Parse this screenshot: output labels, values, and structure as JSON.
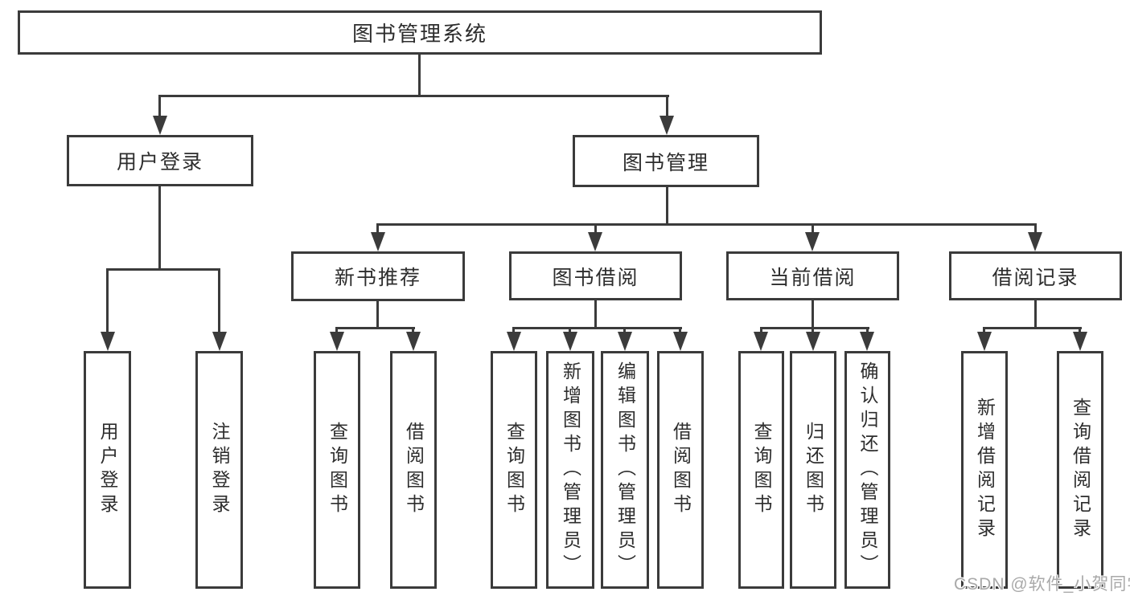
{
  "diagram": {
    "type": "hierarchy-tree",
    "colors": {
      "line": "#3b3b3b",
      "text": "#2d2d2d",
      "background": "#ffffff",
      "watermark": "#a9a9a9"
    },
    "watermark": "CSDN @软件_小贺同学"
  },
  "tree": {
    "label": "图书管理系统",
    "children": [
      {
        "label": "用户登录",
        "children": [
          {
            "label": "用户登录"
          },
          {
            "label": "注销登录"
          }
        ]
      },
      {
        "label": "图书管理",
        "children": [
          {
            "label": "新书推荐",
            "children": [
              {
                "label": "查询图书"
              },
              {
                "label": "借阅图书"
              }
            ]
          },
          {
            "label": "图书借阅",
            "children": [
              {
                "label": "查询图书"
              },
              {
                "label": "新增图书（管理员）"
              },
              {
                "label": "编辑图书（管理员）"
              },
              {
                "label": "借阅图书"
              }
            ]
          },
          {
            "label": "当前借阅",
            "children": [
              {
                "label": "查询图书"
              },
              {
                "label": "归还图书"
              },
              {
                "label": "确认归还（管理员）"
              }
            ]
          },
          {
            "label": "借阅记录",
            "children": [
              {
                "label": "新增借阅记录"
              },
              {
                "label": "查询借阅记录"
              }
            ]
          }
        ]
      }
    ]
  }
}
